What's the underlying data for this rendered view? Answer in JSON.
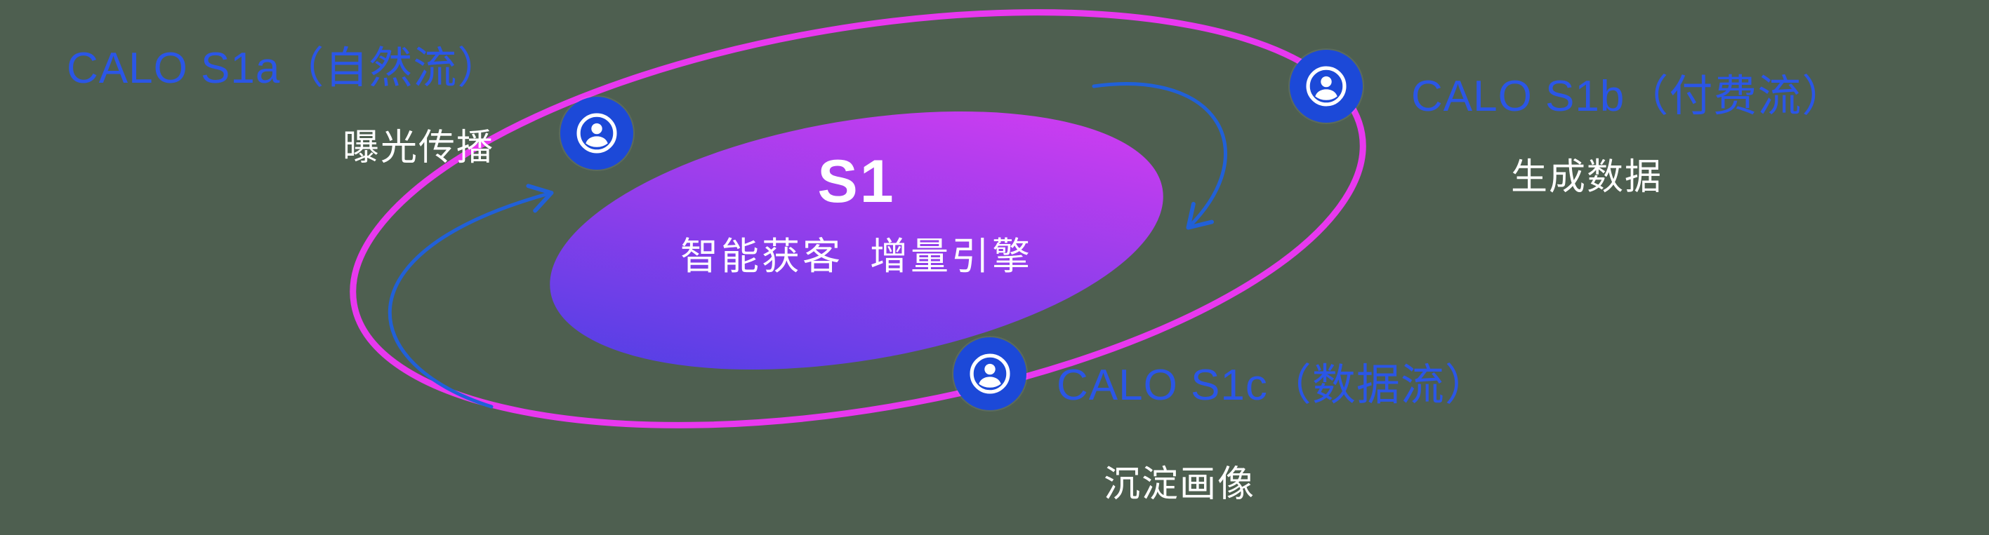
{
  "colors": {
    "background": "#4e5f50",
    "label_blue": "#2b56e6",
    "orbit_magenta": "#e838ef",
    "node_blue": "#1c49d8",
    "arrow_blue": "#2160d8",
    "gradient_start": "#4340e4",
    "gradient_end": "#e03cf2",
    "text_white": "#ffffff"
  },
  "center": {
    "title": "S1",
    "subtitle": "智能获客  增量引擎"
  },
  "nodes": [
    {
      "id": "s1a",
      "label": "CALO S1a（自然流）",
      "sublabel": "曝光传播",
      "icon": "user-circle-icon"
    },
    {
      "id": "s1b",
      "label": "CALO S1b（付费流）",
      "sublabel": "生成数据",
      "icon": "user-circle-icon"
    },
    {
      "id": "s1c",
      "label": "CALO S1c（数据流）",
      "sublabel": "沉淀画像",
      "icon": "user-circle-icon"
    }
  ]
}
